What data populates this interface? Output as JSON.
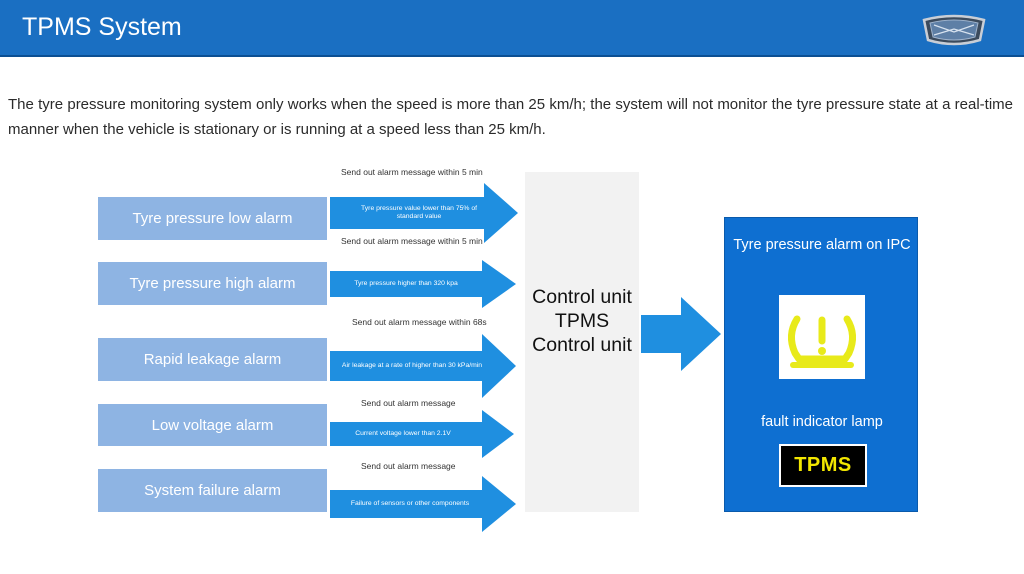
{
  "header": {
    "title": "TPMS System"
  },
  "intro": "The tyre pressure monitoring system only works when the speed is more than 25 km/h; the system will not monitor the tyre pressure state at a real-time manner when the vehicle is stationary or is running at a speed less than 25 km/h.",
  "alarms": [
    {
      "label": "Tyre pressure low alarm",
      "message": "Send out alarm message within 5 min",
      "condition": "Tyre pressure value lower than 75% of standard value"
    },
    {
      "label": "Tyre pressure high alarm",
      "message": "Send out alarm message within 5 min",
      "condition": "Tyre pressure higher than 320 kpa"
    },
    {
      "label": "Rapid leakage alarm",
      "message": "Send out alarm message within 68s",
      "condition": "Air leakage at a rate of higher than 30 kPa/min"
    },
    {
      "label": "Low voltage alarm",
      "message": "Send out alarm message",
      "condition": "Current voltage lower than 2.1V"
    },
    {
      "label": "System failure alarm",
      "message": "Send out alarm message",
      "condition": "Failure of sensors or other components"
    }
  ],
  "control_unit": {
    "text": "Control unit TPMS Control unit"
  },
  "ipc": {
    "title": "Tyre pressure alarm on IPC",
    "fault_label": "fault indicator lamp",
    "badge_text": "TPMS"
  },
  "colors": {
    "header": "#1a6fc2",
    "alarm_box": "#8eb4e3",
    "arrow": "#1f8fe0",
    "control_panel": "#f2f2f2",
    "ipc_panel": "#0e6fd1",
    "warning_lamp": "#e8ea1a"
  },
  "icons": {
    "brand_logo": "geely-logo-icon",
    "warning_lamp": "tyre-pressure-warning-icon"
  }
}
